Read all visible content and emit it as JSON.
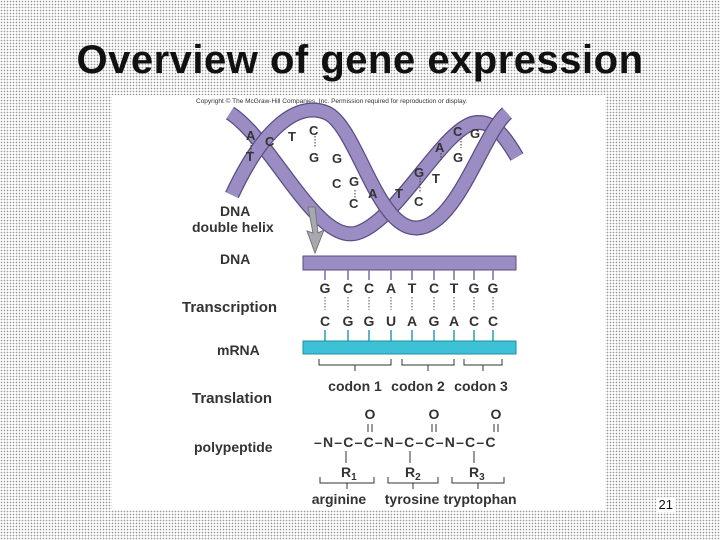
{
  "slide": {
    "title": "Overview of gene expression",
    "page_number": "21"
  },
  "figure": {
    "copyright": "Copyright © The McGraw-Hill Companies, Inc. Permission required for reproduction or display.",
    "colors": {
      "helix": "#9b8cc4",
      "helix_stroke": "#5a4d80",
      "mrna": "#3ec0d6",
      "arrow": "#a8a8b0"
    },
    "left_labels": {
      "dna_helix_1": "DNA",
      "dna_helix_2": "double helix",
      "dna": "DNA",
      "transcription": "Transcription",
      "mrna": "mRNA",
      "translation": "Translation",
      "polypeptide": "polypeptide"
    },
    "helix_bases": {
      "b1": "A",
      "b2": "T",
      "b3": "C",
      "b4": "T",
      "b5": "C",
      "b6": "G",
      "b7": "G",
      "b8": "C",
      "b9": "G",
      "b10": "C",
      "b11": "A",
      "b12": "T",
      "b13": "G",
      "b14": "T",
      "b15": "C",
      "b16": "A",
      "b17": "G",
      "b18": "C",
      "b19": "G"
    },
    "dna_strand": [
      "G",
      "C",
      "C",
      "A",
      "T",
      "C",
      "T",
      "G",
      "G"
    ],
    "mrna_strand": [
      "C",
      "G",
      "G",
      "U",
      "A",
      "G",
      "A",
      "C",
      "C"
    ],
    "codons": [
      "codon 1",
      "codon 2",
      "codon 3"
    ],
    "polypeptide": {
      "oxygen": [
        "O",
        "O",
        "O"
      ],
      "backbone": "–N–C–C–N–C–C–N–C–C",
      "r_base": [
        "R",
        "R",
        "R"
      ],
      "r_sub": [
        "1",
        "2",
        "3"
      ]
    },
    "amino_acids": [
      "arginine",
      "tyrosine",
      "tryptophan"
    ]
  }
}
